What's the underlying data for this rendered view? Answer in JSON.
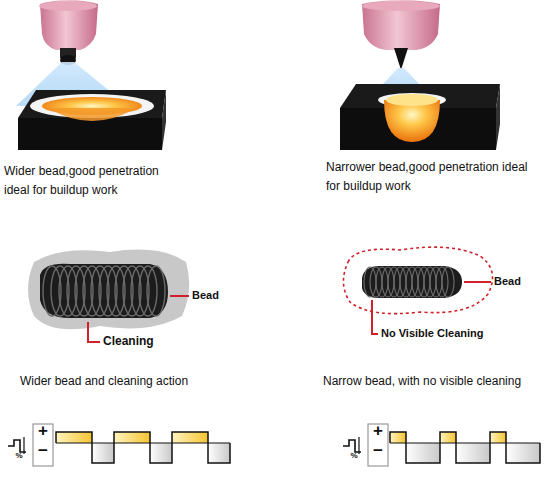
{
  "diagram": {
    "labels": [
      "Wider bead,good penetration ideal for buildup work",
      "Narrower bead,good penetration ideal for buildup work",
      "Bead",
      "Cleaning",
      "Wider bead and cleaning action",
      "Bead",
      "No Visible Cleaning",
      "Narrow bead, with no visible cleaning",
      "+",
      "−",
      "%",
      "+",
      "−",
      "%"
    ]
  }
}
